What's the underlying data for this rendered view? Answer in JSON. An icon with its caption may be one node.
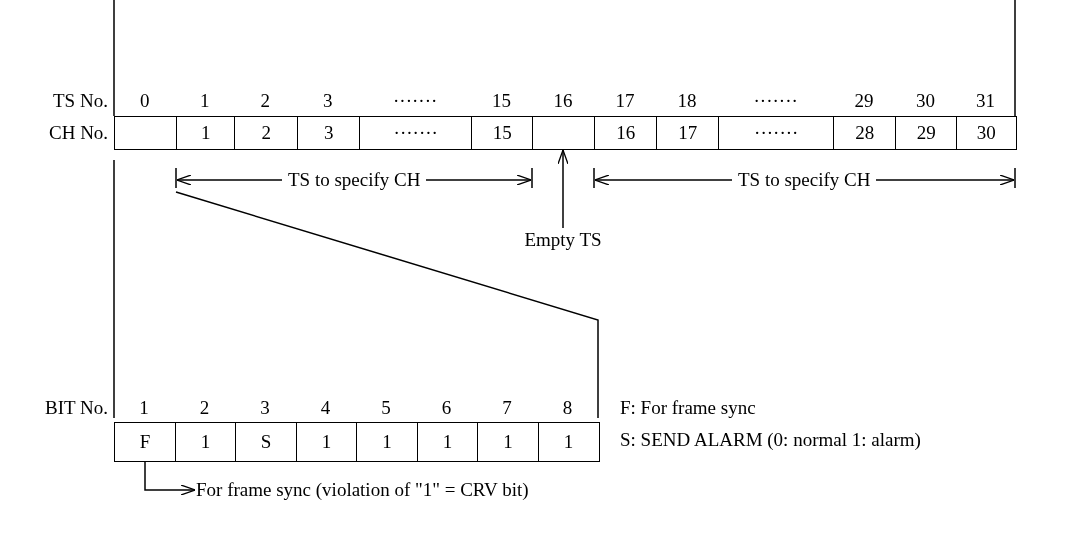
{
  "diagram": {
    "nodes": [
      {
        "text": [],
        "shape": "box"
      },
      {
        "text": [
          "1"
        ]
      },
      {
        "text": [
          "2"
        ]
      },
      {
        "text": [
          "3"
        ]
      },
      {
        "text": [
          "·······"
        ]
      },
      {
        "text": [
          "15"
        ]
      },
      {
        "text": [],
        "shape": "box"
      },
      {
        "text": [
          "16"
        ]
      },
      {
        "text": [
          "17"
        ]
      },
      {
        "text": [
          "·······"
        ]
      },
      {
        "text": [
          "28"
        ]
      },
      {
        "text": [
          "29"
        ]
      },
      {
        "text": [
          "30"
        ]
      },
      {
        "text": [
          "Empty TS"
        ]
      },
      {
        "text": [
          "F"
        ]
      },
      {
        "text": [
          "1"
        ]
      },
      {
        "text": [
          "S"
        ]
      },
      {
        "text": [
          "1"
        ]
      },
      {
        "text": [
          "1"
        ]
      },
      {
        "text": [
          "1"
        ]
      },
      {
        "text": [
          "1"
        ]
      },
      {
        "text": [
          "1"
        ]
      },
      {
        "text": [
          "For frame sync (violation of \"1\" = CRV bit)"
        ]
      }
    ],
    "edges": [
      {
        "from": 13,
        "to": 6,
        "arrow": "to"
      },
      {
        "from": 14,
        "to": 22,
        "arrow": "to"
      }
    ],
    "labels": [
      "TS No.",
      "0",
      "1",
      "2",
      "3",
      "·······",
      "15",
      "16",
      "17",
      "18",
      "·······",
      "29",
      "30",
      "31",
      "CH No.",
      "TS to specify CH",
      "TS to specify CH",
      "BIT No.",
      "1",
      "2",
      "3",
      "4",
      "5",
      "6",
      "7",
      "8",
      "F: For frame sync",
      "S: SEND ALARM (0: normal 1: alarm)"
    ]
  }
}
